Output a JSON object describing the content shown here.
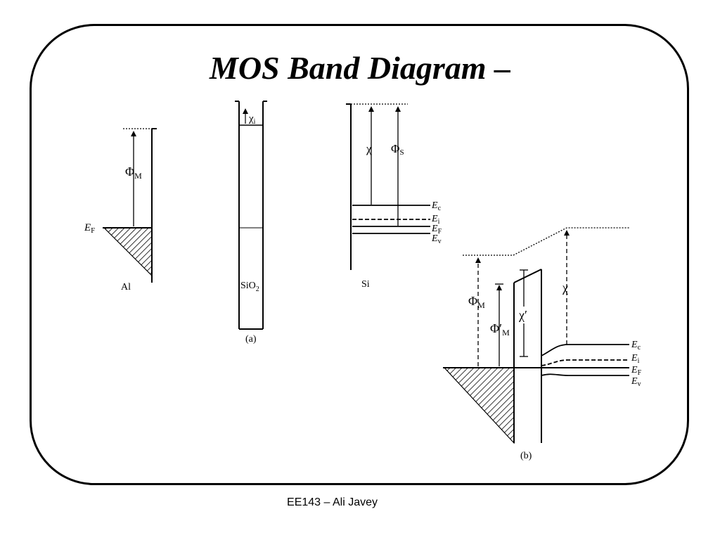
{
  "slide": {
    "title": "MOS Band Diagram –",
    "footer": "EE143 – Ali Javey"
  },
  "diagram_a": {
    "caption": "(a)",
    "metal": {
      "label": "Al",
      "fermi_label": "E",
      "fermi_sub": "F",
      "work_function": "Φ",
      "work_function_sub": "M"
    },
    "oxide": {
      "label": "SiO",
      "label_sub": "2",
      "affinity": "χ",
      "affinity_sub": "i"
    },
    "semiconductor": {
      "label": "Si",
      "affinity": "χ",
      "work_function": "Φ",
      "work_function_sub": "S",
      "levels": [
        {
          "symbol": "E",
          "sub": "c"
        },
        {
          "symbol": "E",
          "sub": "i"
        },
        {
          "symbol": "E",
          "sub": "F"
        },
        {
          "symbol": "E",
          "sub": "v"
        }
      ]
    }
  },
  "diagram_b": {
    "caption": "(b)",
    "metal_work_function": "Φ",
    "metal_work_function_sub": "M",
    "barrier": "Φ′",
    "barrier_sub": "M",
    "oxide_affinity": "χ′",
    "semiconductor_affinity": "χ",
    "levels": [
      {
        "symbol": "E",
        "sub": "c"
      },
      {
        "symbol": "E",
        "sub": "i"
      },
      {
        "symbol": "E",
        "sub": "F"
      },
      {
        "symbol": "E",
        "sub": "v"
      }
    ]
  }
}
